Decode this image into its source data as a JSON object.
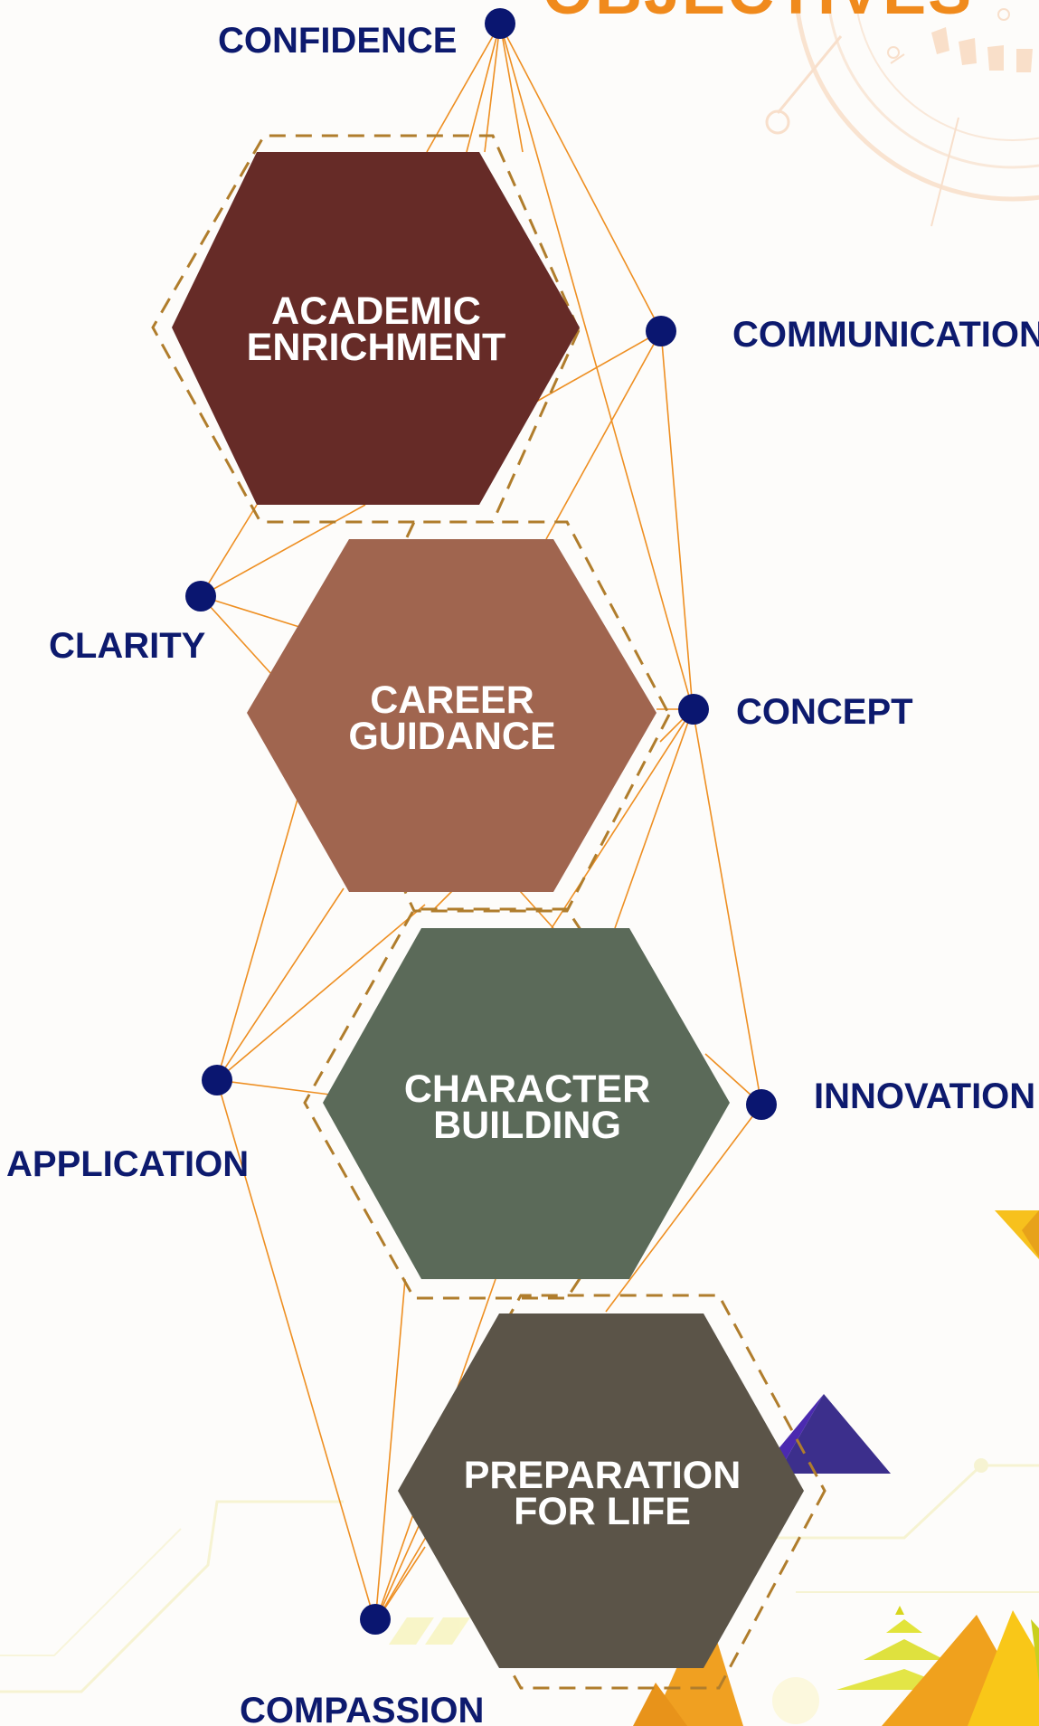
{
  "heading": "OBJECTIVES",
  "colors": {
    "heading": "#f08a1c",
    "keyword": "#0d1a6e",
    "node": "#0a1670",
    "link": "#ee8f22",
    "dashed_outline": "#b07d2c",
    "hex_academic": "#662b27",
    "hex_career": "#a0654f",
    "hex_character": "#5b6a59",
    "hex_preparation": "#5b5448"
  },
  "pillars": [
    {
      "lines": [
        "ACADEMIC",
        "ENRICHMENT"
      ]
    },
    {
      "lines": [
        "CAREER",
        "GUIDANCE"
      ]
    },
    {
      "lines": [
        "CHARACTER",
        "BUILDING"
      ]
    },
    {
      "lines": [
        "PREPARATION",
        "FOR LIFE"
      ]
    }
  ],
  "keywords": [
    "CONFIDENCE",
    "COMMUNICATION",
    "CLARITY",
    "CONCEPT",
    "APPLICATION",
    "INNOVATION",
    "COMPASSION"
  ]
}
